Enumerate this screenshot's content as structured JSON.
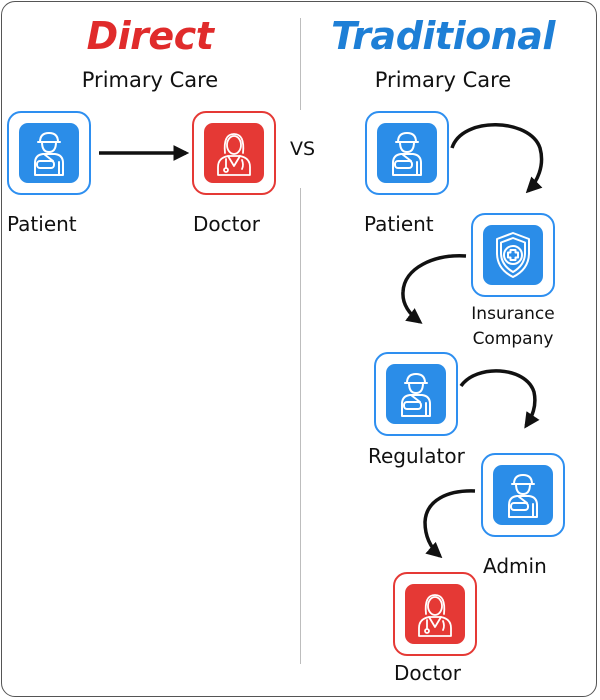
{
  "direct": {
    "title": "Direct",
    "subtitle": "Primary Care",
    "patient_label": "Patient",
    "doctor_label": "Doctor"
  },
  "vs_label": "VS",
  "traditional": {
    "title": "Traditional",
    "subtitle": "Primary Care",
    "patient_label": "Patient",
    "insurance_line1": "Insurance",
    "insurance_line2": "Company",
    "regulator_label": "Regulator",
    "admin_label": "Admin",
    "doctor_label": "Doctor"
  },
  "colors": {
    "direct_title": "#e02b2b",
    "traditional_title": "#1e7fd6",
    "node_blue": "#2b8de8",
    "node_red": "#e53935"
  },
  "icons": {
    "patient": "injured-person-icon",
    "doctor": "doctor-icon",
    "insurance": "shield-plus-icon"
  }
}
